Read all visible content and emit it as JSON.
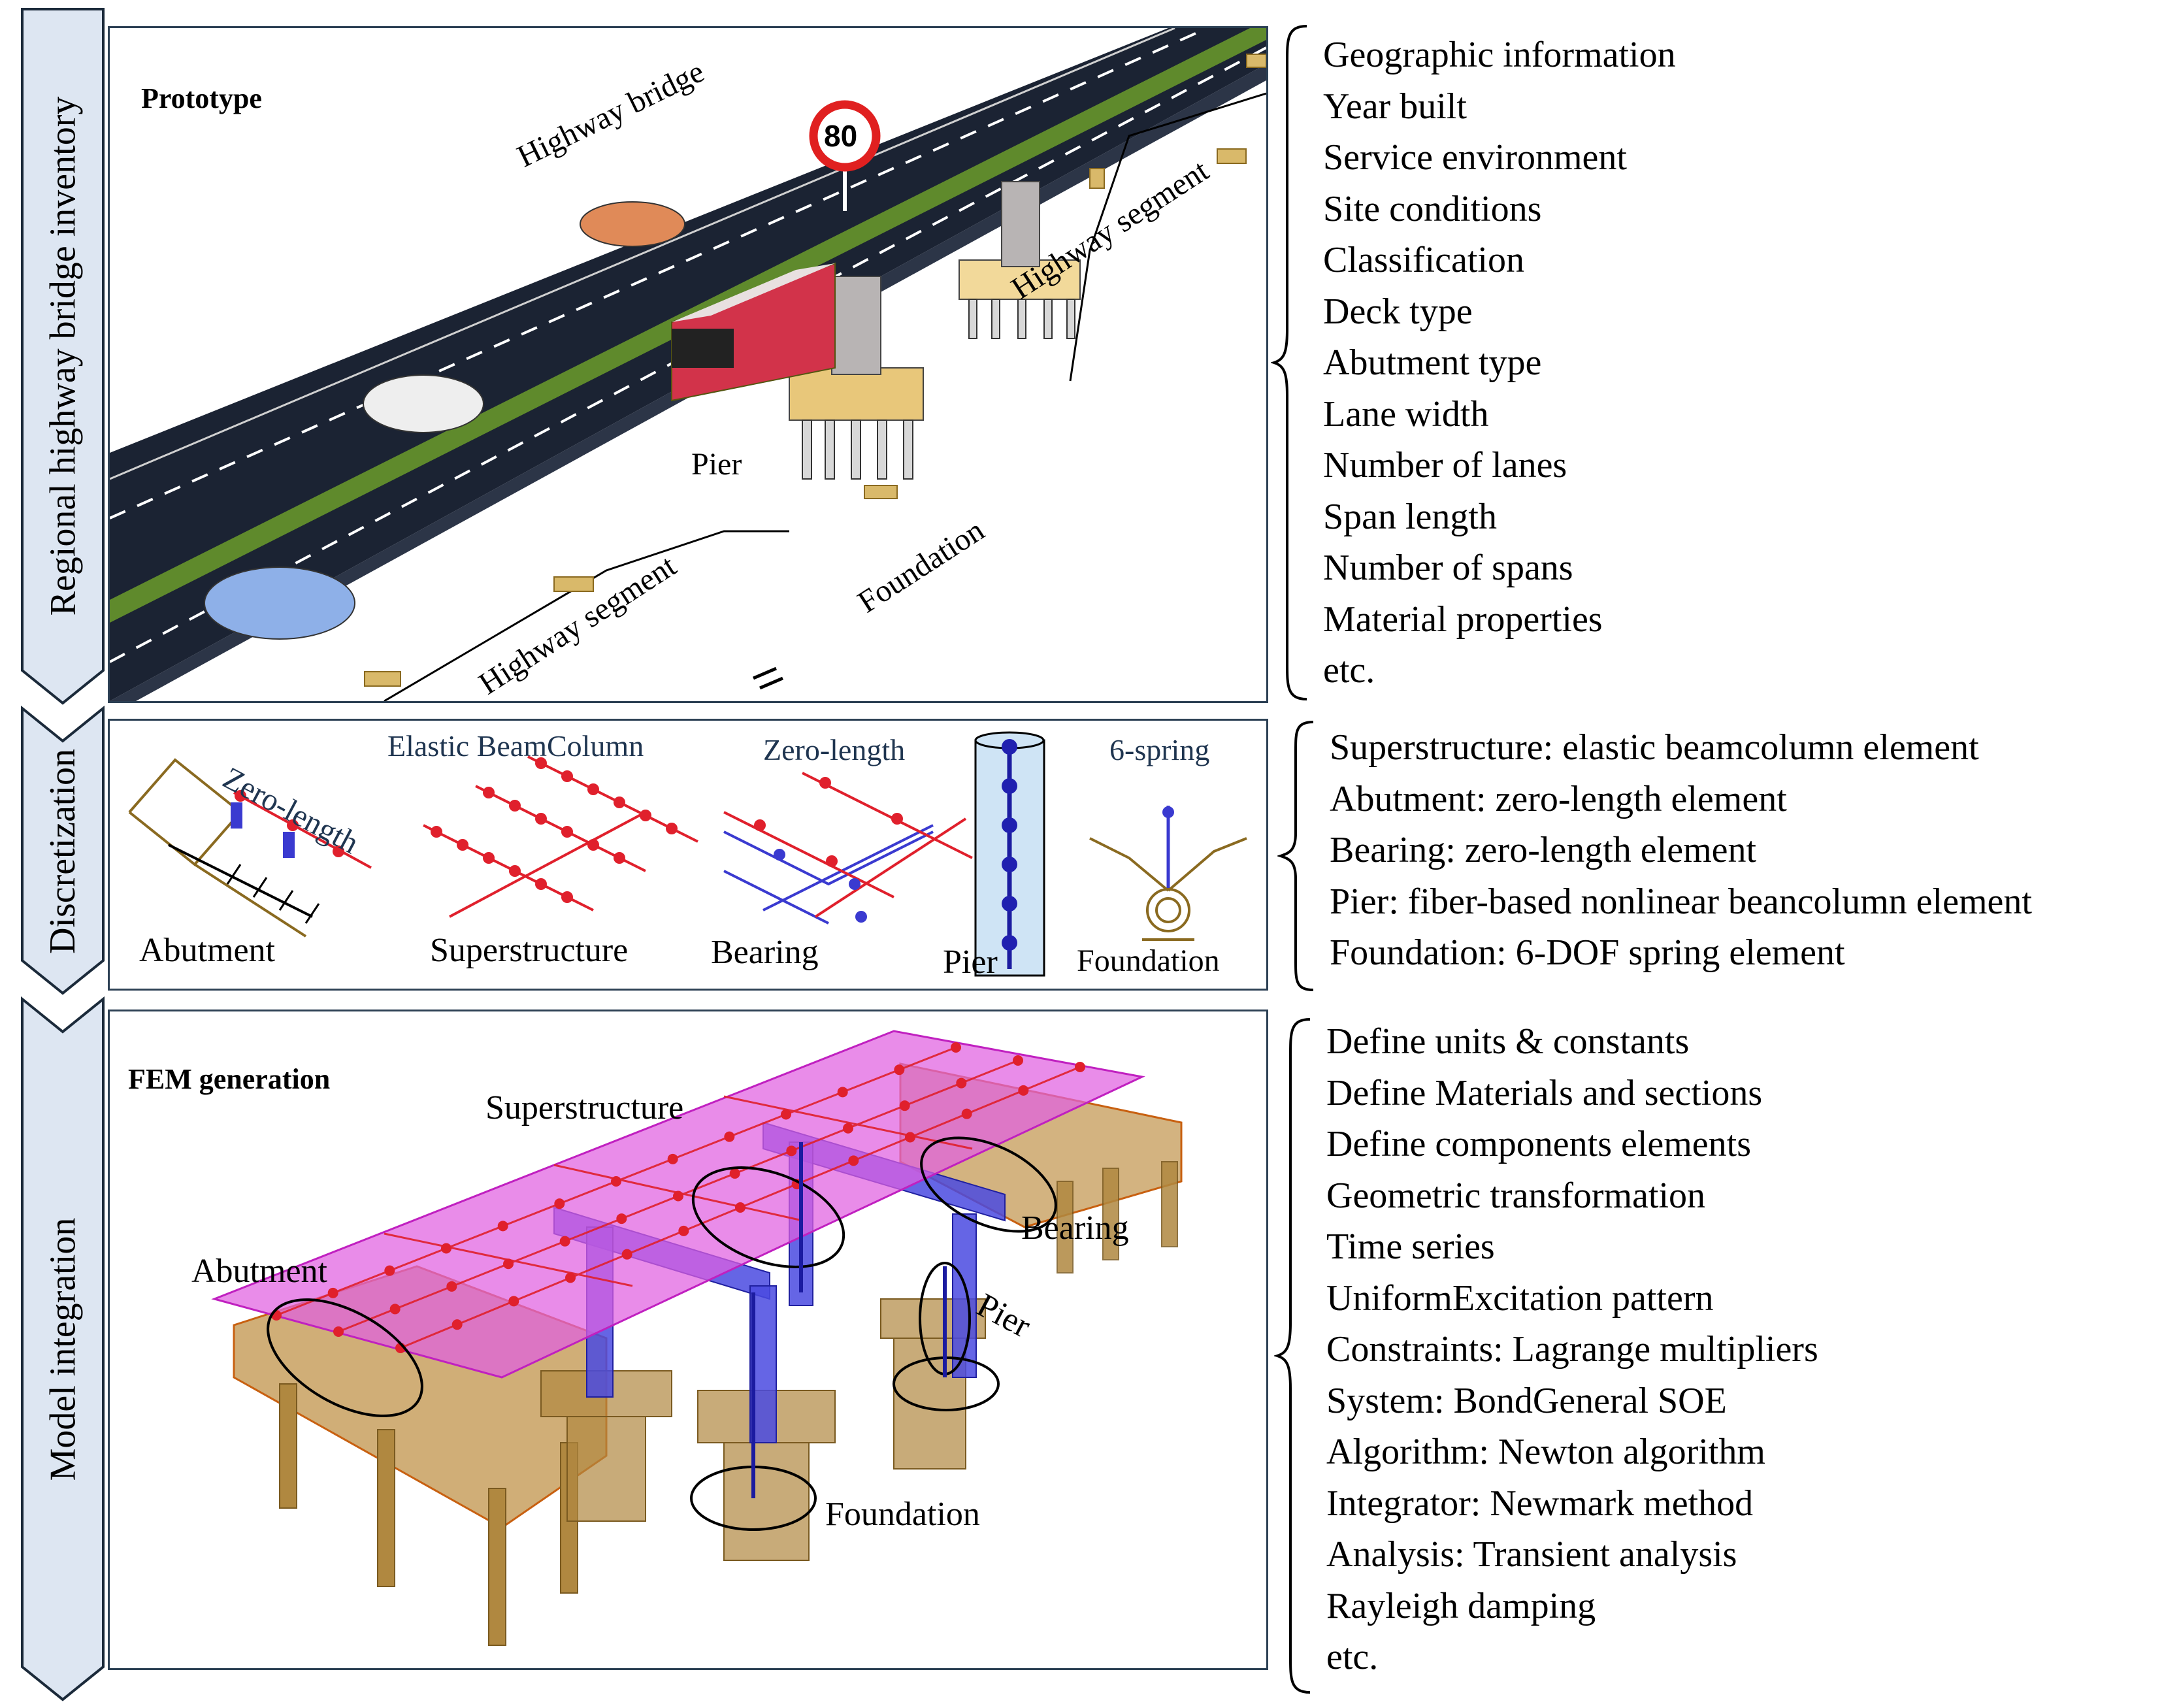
{
  "sections": {
    "inventory": "Regional highway bridge inventory",
    "discretization": "Discretization",
    "integration": "Model integration"
  },
  "prototype": {
    "title": "Prototype",
    "highway_bridge": "Highway bridge",
    "highway_segment_right": "Highway segment",
    "highway_segment_left": "Highway segment",
    "speed_limit": "80",
    "pier": "Pier",
    "foundation": "Foundation"
  },
  "discretization": {
    "zero_length_abutment": "Zero-length",
    "elastic_beamcolumn": "Elastic BeamColumn",
    "zero_length_bearing": "Zero-length",
    "six_spring": "6-spring",
    "abutment": "Abutment",
    "superstructure": "Superstructure",
    "bearing": "Bearing",
    "pier": "Pier",
    "foundation": "Foundation"
  },
  "fem": {
    "title": "FEM generation",
    "superstructure": "Superstructure",
    "abutment": "Abutment",
    "bearing": "Bearing",
    "pier": "Pier",
    "foundation": "Foundation"
  },
  "inventory_list": [
    "Geographic information",
    "Year built",
    "Service environment",
    "Site conditions",
    "Classification",
    "Deck type",
    "Abutment type",
    "Lane width",
    "Number of lanes",
    "Span length",
    "Number of spans",
    "Material properties",
    "etc."
  ],
  "discretization_list": [
    "Superstructure: elastic beamcolumn element",
    "Abutment: zero-length element",
    "Bearing: zero-length element",
    "Pier: fiber-based nonlinear beancolumn element",
    "Foundation: 6-DOF spring element"
  ],
  "integration_list": [
    "Define units & constants",
    "Define Materials and sections",
    "Define components elements",
    "Geometric transformation",
    "Time series",
    "UniformExcitation pattern",
    "Constraints: Lagrange multipliers",
    "System: BondGeneral SOE",
    "Algorithm: Newton algorithm",
    "Integrator: Newmark method",
    "Analysis: Transient analysis",
    "Rayleigh damping",
    "etc."
  ],
  "colors": {
    "side_tab": "#dde6f2",
    "road": "#1b2333",
    "median": "#5f8a2c",
    "deck": "#e060e0",
    "node": "#e0202c",
    "pier_member": "#3a3ad0",
    "abutment": "#c49a55"
  }
}
